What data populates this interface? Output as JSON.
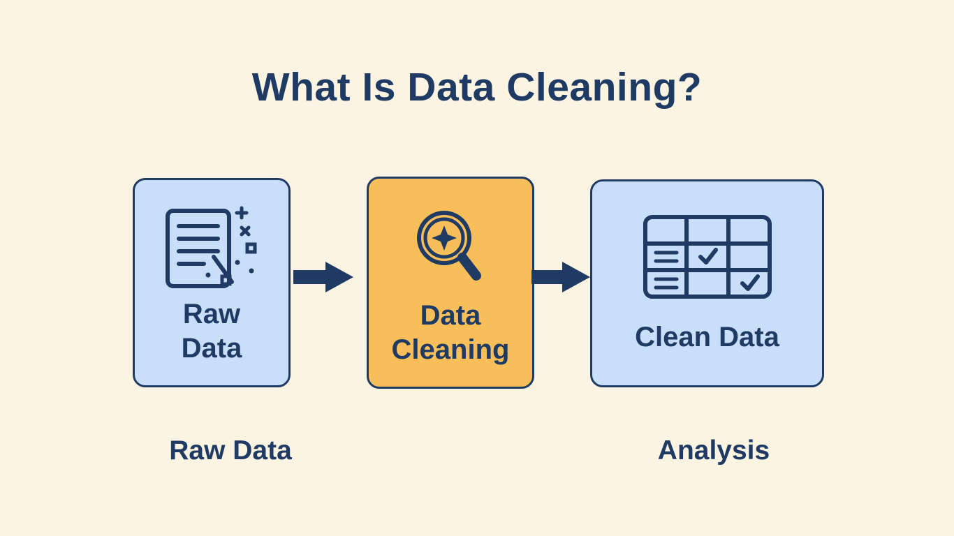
{
  "title": "What Is Data Cleaning?",
  "colors": {
    "background": "#FBF4E3",
    "navy": "#1F3A63",
    "light_blue": "#C9DEF8",
    "orange": "#F8BE59"
  },
  "flow": {
    "steps": [
      {
        "label": "Raw Data",
        "label_lines": [
          "Raw",
          "Data"
        ],
        "icon": "document-with-noise-icon",
        "fill": "#C9DEF8"
      },
      {
        "label": "Data Cleaning",
        "label_lines": [
          "Data",
          "Cleaning"
        ],
        "icon": "magnifier-sparkle-icon",
        "fill": "#F8BE59"
      },
      {
        "label": "Clean Data",
        "label_lines": [
          "Clean Data"
        ],
        "icon": "table-checkmarks-icon",
        "fill": "#C9DEF8"
      }
    ]
  },
  "bottom_labels": [
    {
      "text": "Raw Data"
    },
    {
      "text": "Analysis"
    }
  ]
}
